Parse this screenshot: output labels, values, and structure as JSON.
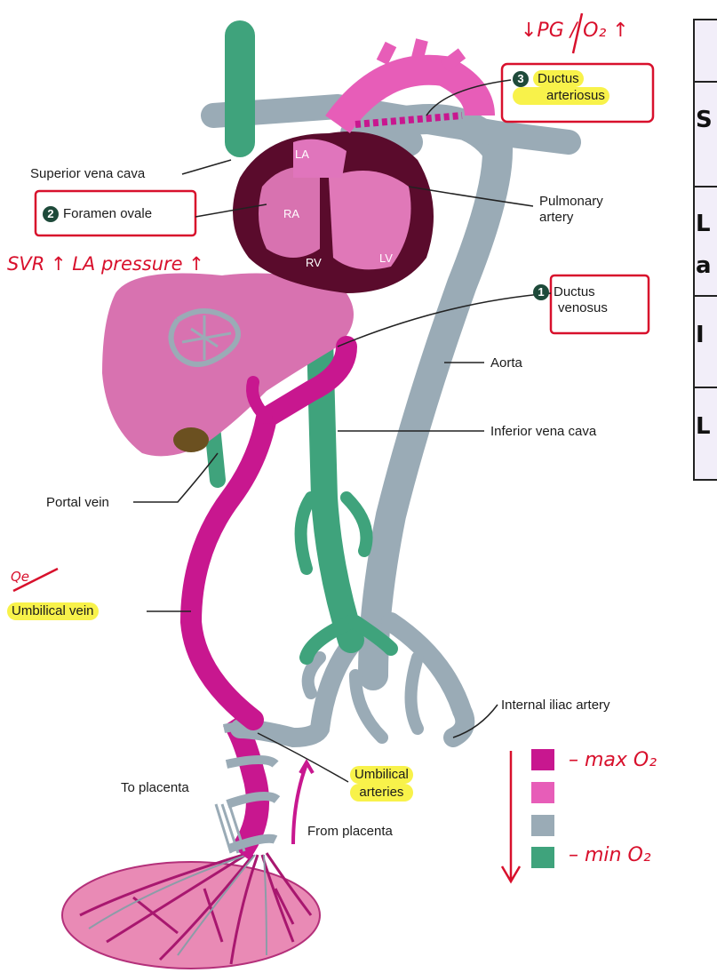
{
  "labels": {
    "svc": "Superior vena cava",
    "fo_num": "2",
    "fo": "Foramen ovale",
    "pa1": "Pulmonary",
    "pa2": "artery",
    "dv_num": "1",
    "dv1": "Ductus",
    "dv2": "venosus",
    "da_num": "3",
    "da1": "Ductus",
    "da2": "arteriosus",
    "aorta": "Aorta",
    "ivc": "Inferior vena cava",
    "portal": "Portal vein",
    "uv": "Umbilical vein",
    "iia": "Internal iliac artery",
    "ua1": "Umbilical",
    "ua2": "arteries",
    "to_pl": "To placenta",
    "from_pl": "From placenta",
    "la": "LA",
    "ra": "RA",
    "rv": "RV",
    "lv": "LV"
  },
  "annotations": {
    "top": "↓PG / O₂ ↑",
    "svr": "SVR ↑  LA pressure ↑",
    "qe": "Qe",
    "max": "– max O₂",
    "min": "– min O₂"
  },
  "legend_colors": [
    "#c8178f",
    "#e75db8",
    "#9aabb6",
    "#3fa37c"
  ],
  "table_fragments": [
    "S",
    "L",
    "a",
    "I",
    "L"
  ],
  "colors": {
    "oxygenated": "#c8178f",
    "mixed": "#e75db8",
    "deoxygenated": "#9aabb6",
    "venous": "#3fa37c",
    "heart_dark": "#5a0b2c",
    "annotation": "#d8102c",
    "highlight": "#f8f24a"
  }
}
